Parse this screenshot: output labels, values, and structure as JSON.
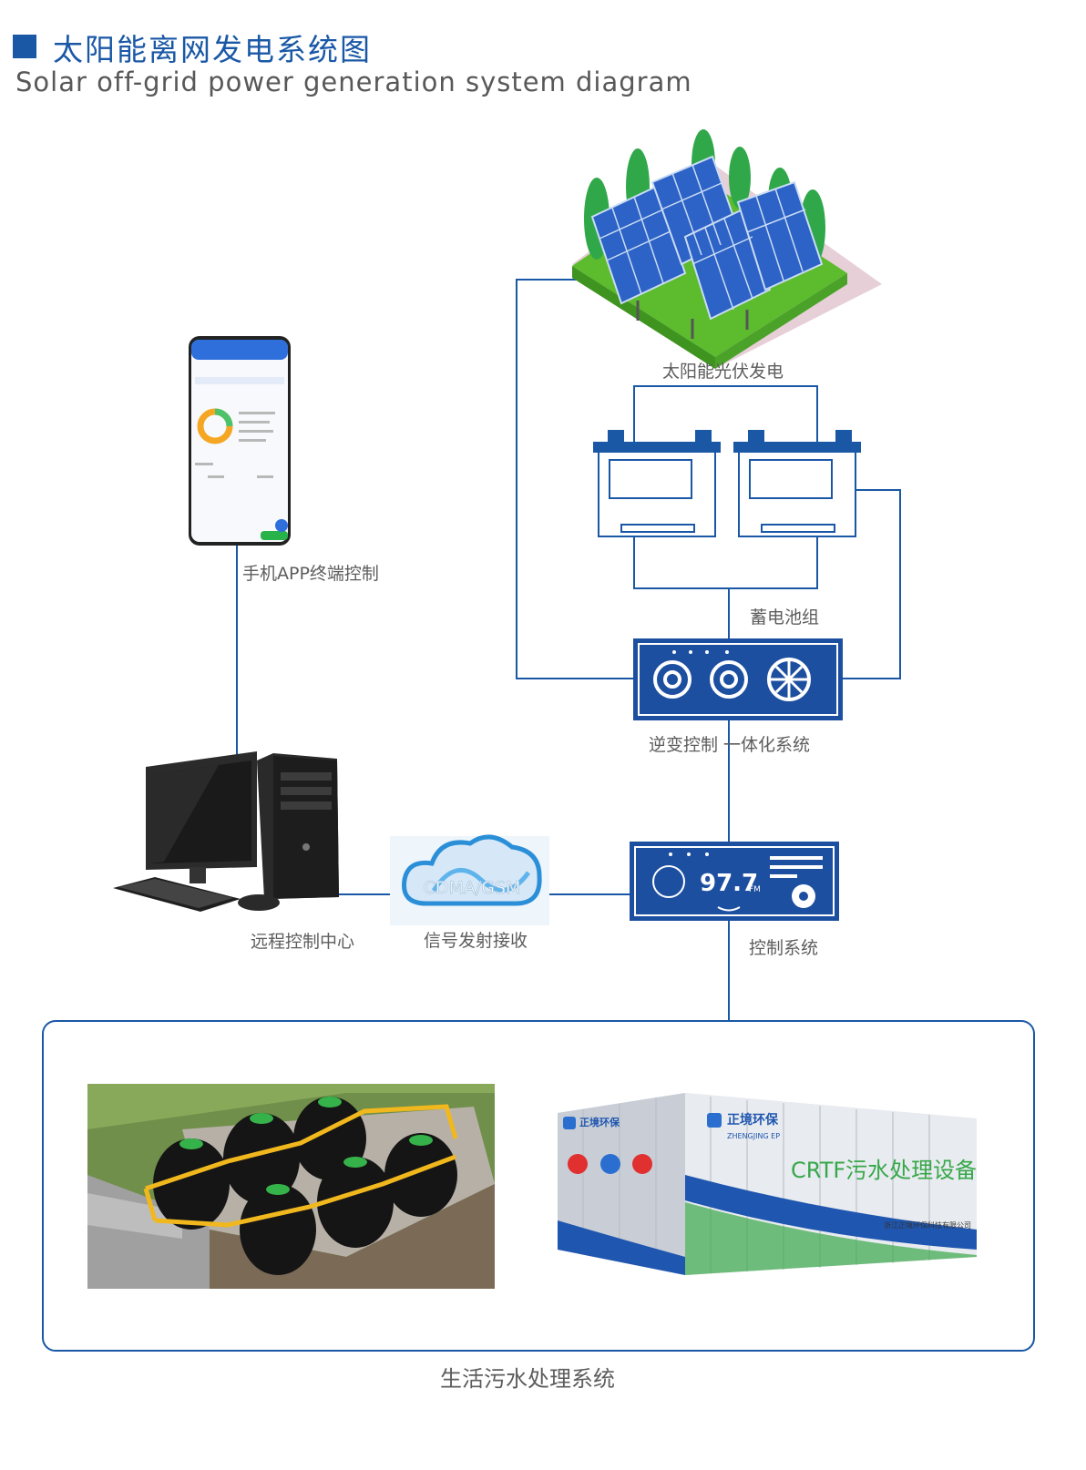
{
  "header": {
    "title_cn": "太阳能离网发电系统图",
    "title_en": "Solar off-grid power generation system diagram"
  },
  "labels": {
    "solar": "太阳能光伏发电",
    "battery": "蓄电池组",
    "inverter": "逆变控制 一体化系统",
    "control": "控制系统",
    "phone": "手机APP终端控制",
    "remote": "远程控制中心",
    "signal": "信号发射接收",
    "sewage": "生活污水处理系统"
  },
  "cloud_text": "CDMA/GSM",
  "controller_display": "97.7",
  "controller_unit": "FM",
  "container": {
    "brand_cn": "正境环保",
    "brand_en": "ZHENGJING EP",
    "product": "CRTF污水处理设备",
    "company": "浙江正境环保科技有限公司"
  },
  "colors": {
    "line": "#1a58a6",
    "panel": "#1d4fa0",
    "accent": "#1a58a6"
  }
}
